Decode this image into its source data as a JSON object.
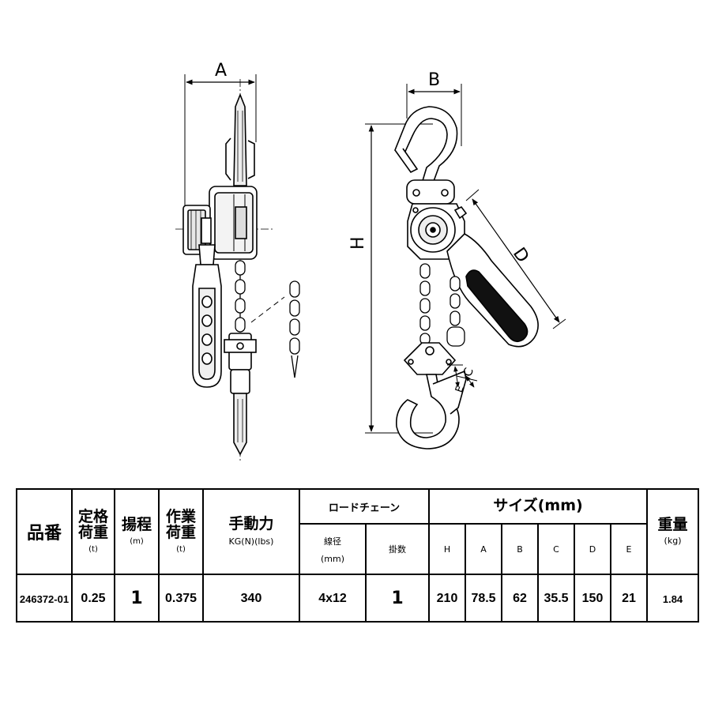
{
  "dimensions": {
    "A": "A",
    "B": "B",
    "H": "H",
    "D": "D",
    "C": "C",
    "E": "E"
  },
  "table": {
    "headers": {
      "part_no": "品番",
      "rated_load": "定格荷重",
      "rated_load_unit": "(t)",
      "lift": "揚程",
      "lift_unit": "(m)",
      "working_load": "作業荷重",
      "working_load_unit": "(t)",
      "hand_force": "手動力",
      "hand_force_unit": "KG(N)(lbs)",
      "load_chain": "ロードチェーン",
      "wire_dia": "線径",
      "wire_dia_unit": "(mm)",
      "falls": "掛数",
      "size": "サイズ(mm)",
      "H": "H",
      "A": "A",
      "B": "B",
      "C": "C",
      "D": "D",
      "E": "E",
      "weight": "重量",
      "weight_unit": "(kg)"
    },
    "row": {
      "part_no": "246372-01",
      "rated_load": "0.25",
      "lift": "1",
      "working_load": "0.375",
      "hand_force": "340",
      "wire_dia": "4x12",
      "falls": "1",
      "H": "210",
      "A": "78.5",
      "B": "62",
      "C": "35.5",
      "D": "150",
      "E": "21",
      "weight": "1.84"
    }
  }
}
